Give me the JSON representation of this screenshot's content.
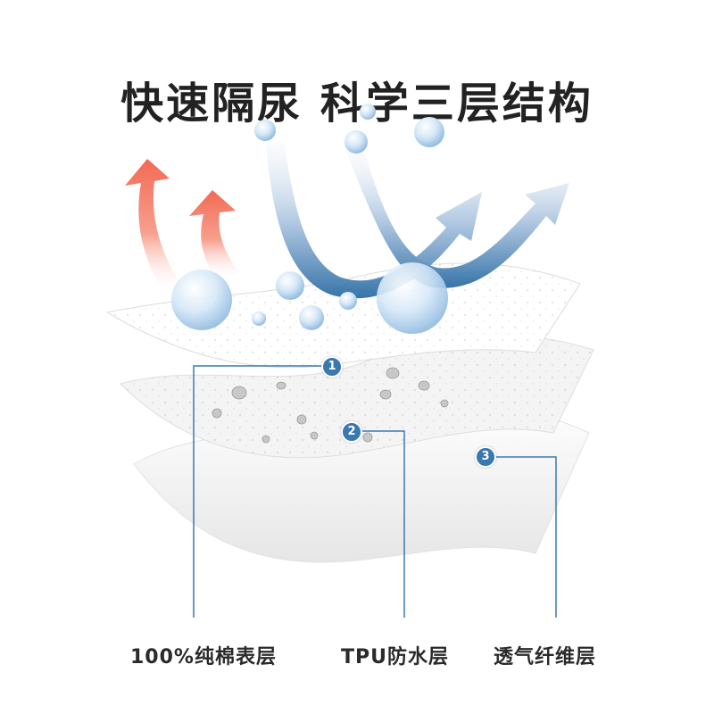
{
  "title": "快速隔尿 科学三层结构",
  "layers": [
    {
      "number": "1",
      "label": "100%纯棉表层"
    },
    {
      "number": "2",
      "label": "TPU防水层"
    },
    {
      "number": "3",
      "label": "透气纤维层"
    }
  ],
  "colors": {
    "warm_arrow": "#f26a55",
    "cool_arrow": "#3674a8",
    "marker": "#3a78b0",
    "leader_line": "#3a78b0",
    "title_text": "#222222"
  }
}
